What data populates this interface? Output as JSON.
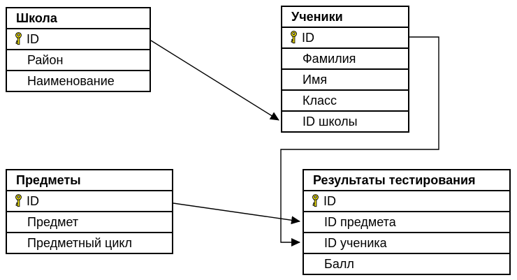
{
  "colors": {
    "line": "#000000",
    "background": "#ffffff",
    "key_fill": "#f2e30e",
    "key_outline": "#000000"
  },
  "icons": {
    "primary_key": "key-icon"
  },
  "tables": {
    "school": {
      "name": "Школа",
      "fields": [
        {
          "label": "ID",
          "is_key": true
        },
        {
          "label": "Район",
          "is_key": false
        },
        {
          "label": "Наименование",
          "is_key": false
        }
      ]
    },
    "students": {
      "name": "Ученики",
      "fields": [
        {
          "label": "ID",
          "is_key": true
        },
        {
          "label": "Фамилия",
          "is_key": false
        },
        {
          "label": "Имя",
          "is_key": false
        },
        {
          "label": "Класс",
          "is_key": false
        },
        {
          "label": "ID школы",
          "is_key": false
        }
      ]
    },
    "subjects": {
      "name": "Предметы",
      "fields": [
        {
          "label": "ID",
          "is_key": true
        },
        {
          "label": "Предмет",
          "is_key": false
        },
        {
          "label": "Предметный цикл",
          "is_key": false
        }
      ]
    },
    "results": {
      "name": "Результаты тестирования",
      "fields": [
        {
          "label": "ID",
          "is_key": true
        },
        {
          "label": "ID предмета",
          "is_key": false
        },
        {
          "label": "ID ученика",
          "is_key": false
        },
        {
          "label": "Балл",
          "is_key": false
        }
      ]
    }
  },
  "relationships": [
    {
      "from": "Школа.ID",
      "to": "Ученики.ID школы"
    },
    {
      "from": "Ученики.ID",
      "to": "Результаты тестирования.ID ученика"
    },
    {
      "from": "Предметы.ID",
      "to": "Результаты тестирования.ID предмета"
    }
  ]
}
